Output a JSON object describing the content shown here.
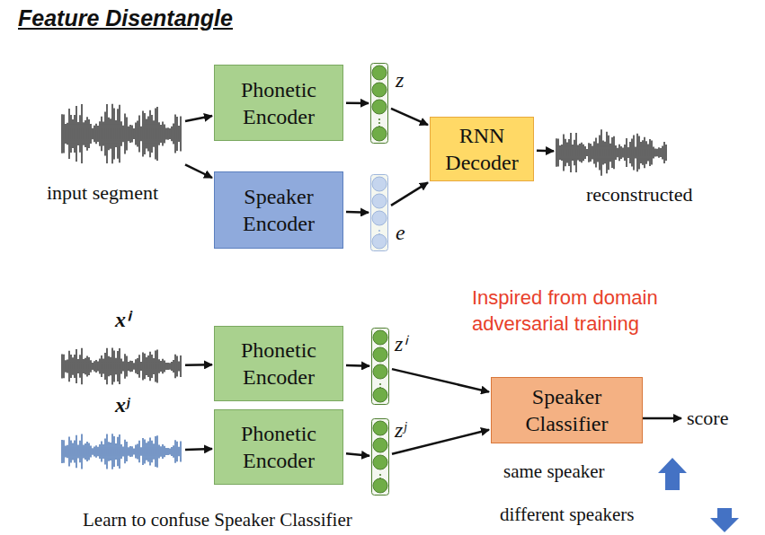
{
  "diagram": {
    "title": "Feature Disentangle",
    "nodes": [
      {
        "text": [
          "input segment"
        ]
      },
      {
        "text": [
          "Phonetic Encoder"
        ]
      },
      {
        "text": [
          "Speaker Encoder"
        ]
      },
      {
        "text": [
          "z"
        ]
      },
      {
        "text": [
          "e"
        ]
      },
      {
        "text": [
          "RNN Decoder"
        ]
      },
      {
        "text": [
          "reconstructed"
        ]
      },
      {
        "text": [
          "xⁱ"
        ]
      },
      {
        "text": [
          "Phonetic Encoder"
        ]
      },
      {
        "text": [
          "zⁱ"
        ]
      },
      {
        "text": [
          "xʲ"
        ]
      },
      {
        "text": [
          "Phonetic Encoder"
        ]
      },
      {
        "text": [
          "zʲ"
        ]
      },
      {
        "text": [
          "Speaker Classifier"
        ]
      }
    ],
    "edges": [
      {
        "from": 0,
        "to": 1,
        "arrow": "to"
      },
      {
        "from": 0,
        "to": 2,
        "arrow": "to"
      },
      {
        "from": 1,
        "to": 3,
        "arrow": "to"
      },
      {
        "from": 2,
        "to": 4,
        "arrow": "to"
      },
      {
        "from": 3,
        "to": 5,
        "arrow": "to"
      },
      {
        "from": 4,
        "to": 5,
        "arrow": "to"
      },
      {
        "from": 5,
        "to": 6,
        "arrow": "to"
      },
      {
        "from": 7,
        "to": 8,
        "arrow": "to"
      },
      {
        "from": 8,
        "to": 9,
        "arrow": "to"
      },
      {
        "from": 10,
        "to": 11,
        "arrow": "to"
      },
      {
        "from": 11,
        "to": 12,
        "arrow": "to"
      },
      {
        "from": 9,
        "to": 13,
        "arrow": "to"
      },
      {
        "from": 12,
        "to": 13,
        "arrow": "to"
      }
    ],
    "labels": [
      "Inspired from domain adversarial training",
      "score",
      "same speaker",
      "different speakers",
      "Learn to confuse Speaker Classifier"
    ]
  }
}
